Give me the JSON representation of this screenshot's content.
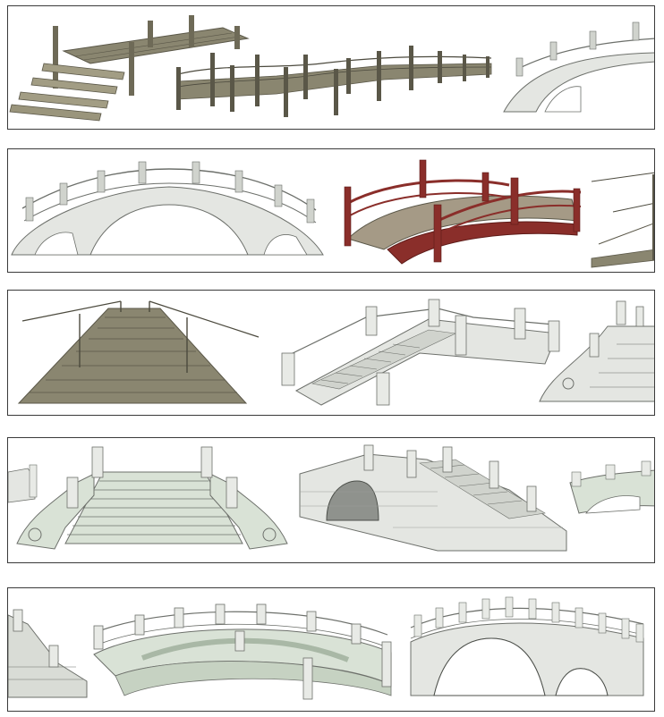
{
  "sheet": {
    "background": "#ffffff",
    "border_color": "#3a3a3a"
  },
  "palette": {
    "wood": "#8a8670",
    "wood_dark": "#5a5748",
    "wood_light": "#b4b09a",
    "stone": "#e4e6e2",
    "stone_shade": "#b9bcb6",
    "stone_dark": "#6d706b",
    "jade": "#d9e2d6",
    "jade_shade": "#a9b8a6",
    "red_bridge": "#8a2e2a",
    "red_dark": "#5e1c19"
  },
  "strips": [
    {
      "items": [
        "wooden-pier-with-steps",
        "wooden-rope-walkway",
        "stone-arch-bridge-partial"
      ]
    },
    {
      "items": [
        "triple-arch-stone-bridge",
        "red-lacquer-arch-bridge",
        "rope-bridge-partial"
      ]
    },
    {
      "items": [
        "plank-rope-bridge",
        "stone-stair-bridge",
        "stone-stair-bridge-partial"
      ]
    },
    {
      "items": [
        "stone-staircase-front-view",
        "stone-arch-stair-bridge",
        "carved-stone-bridge-partial"
      ]
    },
    {
      "items": [
        "stone-railing-partial",
        "jade-arch-bridge",
        "multi-arch-stone-bridge"
      ]
    }
  ]
}
